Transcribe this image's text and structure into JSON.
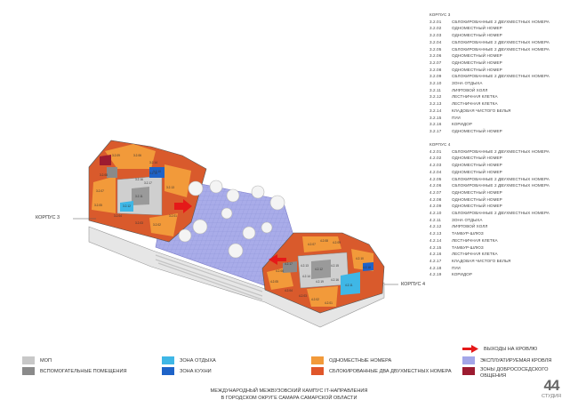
{
  "colors": {
    "mop": "#c8c8c8",
    "auxiliary": "#8a8a8a",
    "rest": "#3fb7e6",
    "kitchen": "#1e63c8",
    "single": "#f29a3a",
    "double": "#e0562a",
    "exit": "#e51919",
    "roof": "#a3a6e8",
    "neighborly": "#9c1b30"
  },
  "wings": {
    "left": "КОРПУС 3",
    "right": "КОРПУС 4"
  },
  "plan_room_labels": {
    "left": [
      "3.2.14",
      "3.2.15",
      "3.2.16",
      "3.2.17",
      "3.2.13",
      "3.2.11",
      "3.2.08",
      "3.2.07",
      "3.2.05",
      "3.2.04",
      "3.2.03",
      "3.2.02",
      "3.2.01",
      "3.2.09",
      "3.2.12",
      "3.2.10",
      "3.2.06"
    ],
    "right": [
      "4.2.01",
      "4.2.02",
      "4.2.03",
      "4.2.04",
      "4.2.05",
      "4.2.06",
      "4.2.07",
      "4.2.08",
      "4.2.09",
      "4.2.10",
      "4.2.11",
      "4.2.12",
      "4.2.13",
      "4.2.14",
      "4.2.15",
      "4.2.16",
      "4.2.17",
      "4.2.18",
      "4.2.19"
    ]
  },
  "corpus3": {
    "title": "КОРПУС 3",
    "rooms": [
      {
        "code": "3.2.01",
        "name": "СБЛОКИРОВАННЫЕ 2 ДВУХМЕСТНЫХ НОМЕРА"
      },
      {
        "code": "3.2.02",
        "name": "ОДНОМЕСТНЫЙ НОМЕР"
      },
      {
        "code": "3.2.03",
        "name": "ОДНОМЕСТНЫЙ НОМЕР"
      },
      {
        "code": "3.2.04",
        "name": "СБЛОКИРОВАННЫЕ 2 ДВУХМЕСТНЫХ НОМЕРА"
      },
      {
        "code": "3.2.05",
        "name": "СБЛОКИРОВАННЫЕ 2 ДВУХМЕСТНЫХ НОМЕРА"
      },
      {
        "code": "3.2.06",
        "name": "ОДНОМЕСТНЫЙ НОМЕР"
      },
      {
        "code": "3.2.07",
        "name": "ОДНОМЕСТНЫЙ НОМЕР"
      },
      {
        "code": "3.2.08",
        "name": "ОДНОМЕСТНЫЙ НОМЕР"
      },
      {
        "code": "3.2.09",
        "name": "СБЛОКИРОВАННЫЕ 2 ДВУХМЕСТНЫХ НОМЕРА"
      },
      {
        "code": "3.2.10",
        "name": "ЗОНА ОТДЫХА"
      },
      {
        "code": "3.2.11",
        "name": "ЛИФТОВОЙ ХОЛЛ"
      },
      {
        "code": "3.2.12",
        "name": "ЛЕСТНИЧНАЯ КЛЕТКА"
      },
      {
        "code": "3.2.13",
        "name": "ЛЕСТНИЧНАЯ КЛЕТКА"
      },
      {
        "code": "3.2.14",
        "name": "КЛАДОВАЯ ЧИСТОГО БЕЛЬЯ"
      },
      {
        "code": "3.2.15",
        "name": "ПУИ"
      },
      {
        "code": "3.2.16",
        "name": "КОРИДОР"
      },
      {
        "code": "3.2.17",
        "name": "ОДНОМЕСТНЫЙ НОМЕР"
      }
    ]
  },
  "corpus4": {
    "title": "КОРПУС 4",
    "rooms": [
      {
        "code": "4.2.01",
        "name": "СБЛОКИРОВАННЫЕ 2 ДВУХМЕСТНЫХ НОМЕРА"
      },
      {
        "code": "4.2.02",
        "name": "ОДНОМЕСТНЫЙ НОМЕР"
      },
      {
        "code": "4.2.03",
        "name": "ОДНОМЕСТНЫЙ НОМЕР"
      },
      {
        "code": "4.2.04",
        "name": "ОДНОМЕСТНЫЙ НОМЕР"
      },
      {
        "code": "4.2.05",
        "name": "СБЛОКИРОВАННЫЕ 2 ДВУХМЕСТНЫХ НОМЕРА"
      },
      {
        "code": "4.2.06",
        "name": "СБЛОКИРОВАННЫЕ 2 ДВУХМЕСТНЫХ НОМЕРА"
      },
      {
        "code": "4.2.07",
        "name": "ОДНОМЕСТНЫЙ НОМЕР"
      },
      {
        "code": "4.2.08",
        "name": "ОДНОМЕСТНЫЙ НОМЕР"
      },
      {
        "code": "4.2.09",
        "name": "ОДНОМЕСТНЫЙ НОМЕР"
      },
      {
        "code": "4.2.10",
        "name": "СБЛОКИРОВАННЫЕ 2 ДВУХМЕСТНЫХ НОМЕРА"
      },
      {
        "code": "4.2.11",
        "name": "ЗОНА ОТДЫХА"
      },
      {
        "code": "4.2.12",
        "name": "ЛИФТОВОЙ ХОЛЛ"
      },
      {
        "code": "4.2.13",
        "name": "ТАМБУР-ШЛЮЗ"
      },
      {
        "code": "4.2.14",
        "name": "ЛЕСТНИЧНАЯ КЛЕТКА"
      },
      {
        "code": "4.2.15",
        "name": "ТАМБУР-ШЛЮЗ"
      },
      {
        "code": "4.2.16",
        "name": "ЛЕСТНИЧНАЯ КЛЕТКА"
      },
      {
        "code": "4.2.17",
        "name": "КЛАДОВАЯ ЧИСТОГО БЕЛЬЯ"
      },
      {
        "code": "4.2.18",
        "name": "ПУИ"
      },
      {
        "code": "4.2.19",
        "name": "КОРИДОР"
      }
    ]
  },
  "legend": {
    "mop": "МОП",
    "auxiliary": "ВСПОМОГАТЕЛЬНЫЕ ПОМЕЩЕНИЯ",
    "rest": "ЗОНА ОТДЫХА",
    "kitchen": "ЗОНА КУХНИ",
    "single": "ОДНОМЕСТНЫЕ НОМЕРА",
    "double": "СБЛОКИРОВАННЫЕ ДВА ДВУХМЕСТНЫХ НОМЕРА",
    "exit": "ВЫХОДЫ НА КРОВЛЮ",
    "roof": "ЭКСПЛУАТИРУЕМАЯ КРОВЛЯ",
    "neighborly": "ЗОНЫ ДОБРОСОСЕДСКОГО ОБЩЕНИЯ"
  },
  "caption": {
    "line1": "МЕЖДУНАРОДНЫЙ МЕЖВУЗОВСКИЙ КАМПУС IT-НАПРАВЛЕНИЯ",
    "line2": "В ГОРОДСКОМ ОКРУГЕ САМАРА САМАРСКОЙ ОБЛАСТИ"
  },
  "logo": {
    "mark": "44",
    "sub": "СТУДИЯ"
  }
}
